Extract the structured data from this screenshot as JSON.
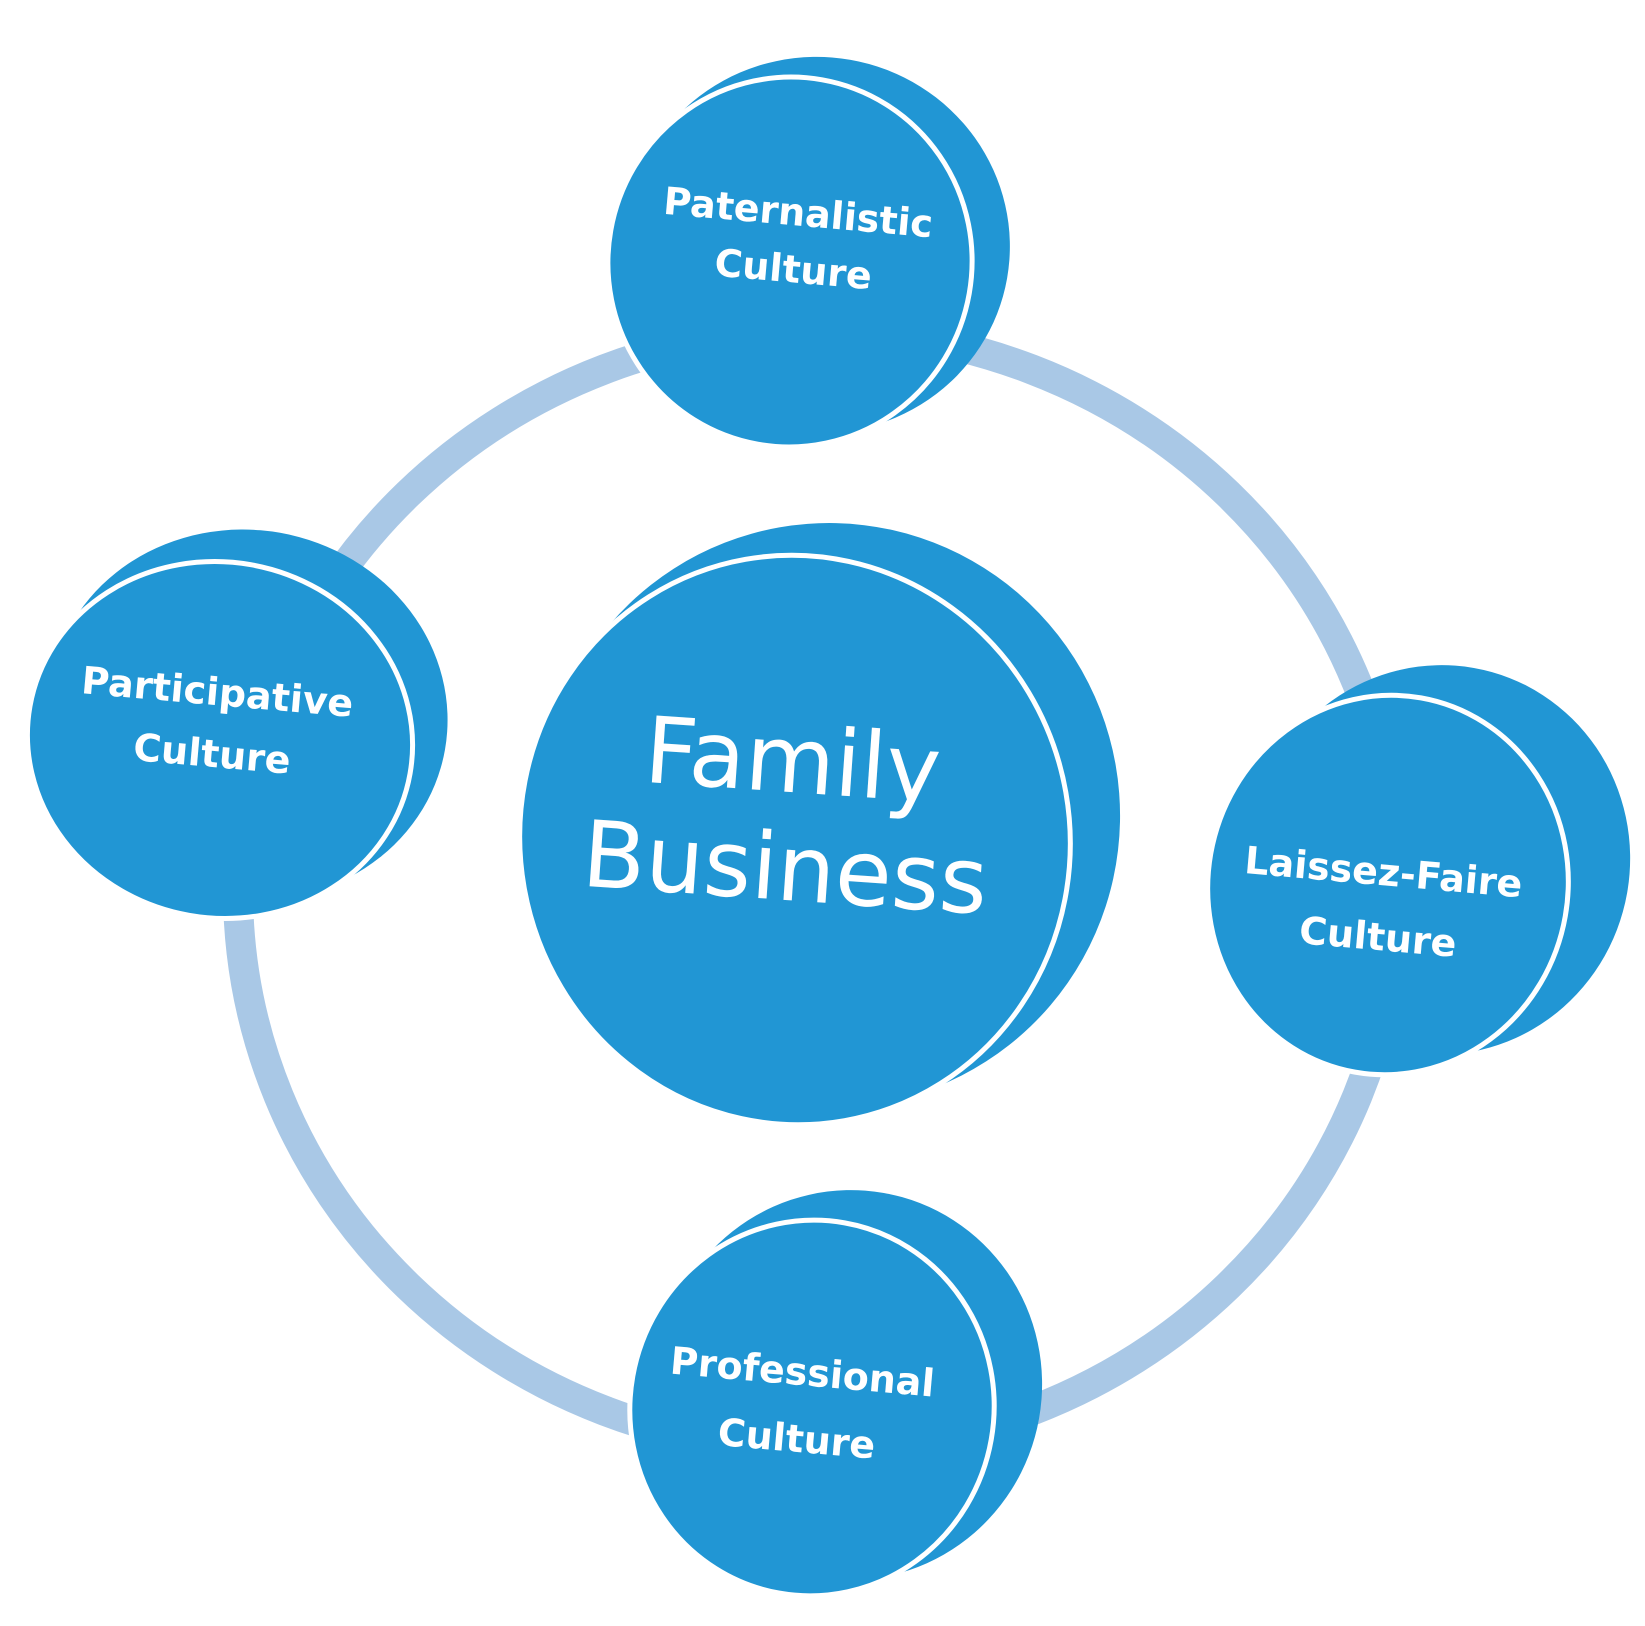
{
  "colors": {
    "node_fill": "#2196D4",
    "ring": "#A9C8E6",
    "outline": "#ffffff",
    "text": "#ffffff"
  },
  "center": {
    "line1": "Family",
    "line2": "Business"
  },
  "nodes": {
    "paternalistic": {
      "line1": "Paternalistic",
      "line2": "Culture"
    },
    "participative": {
      "line1": "Participative",
      "line2": "Culture"
    },
    "laissez_faire": {
      "line1": "Laissez-Faire",
      "line2": "Culture"
    },
    "professional": {
      "line1": "Professional",
      "line2": "Culture"
    }
  }
}
